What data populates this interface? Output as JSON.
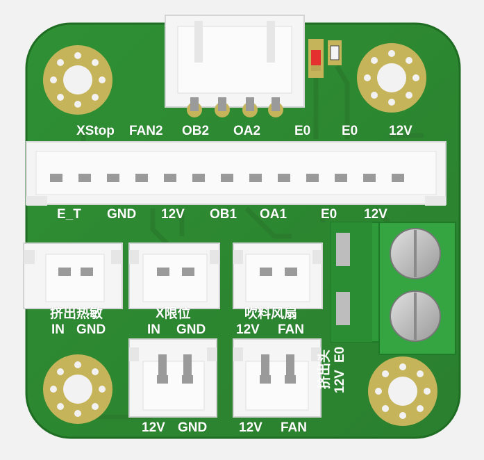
{
  "colors": {
    "board": "#2f8a32",
    "board_edge": "#1f6d23",
    "copper_pad": "#c7b45a",
    "silk": "#ffffff",
    "connector": "#f3f3f3",
    "terminal_block": "#2e9a39",
    "led": "#e53030"
  },
  "top_labels": {
    "xstop": "XStop",
    "fan2": "FAN2",
    "ob2": "OB2",
    "oa2": "OA2",
    "e0_a": "E0",
    "e0_b": "E0",
    "v12": "12V"
  },
  "header_labels": {
    "e_t": "E_T",
    "gnd": "GND",
    "v12": "12V",
    "ob1": "OB1",
    "oa1": "OA1",
    "e0": "E0",
    "v12_b": "12V"
  },
  "connectors": {
    "extruder_thermistor": {
      "title": "挤出热敏",
      "pin_a": "IN",
      "pin_b": "GND"
    },
    "x_limit": {
      "title": "X限位",
      "pin_a": "IN",
      "pin_b": "GND"
    },
    "blower_fan": {
      "title": "吹料风扇",
      "pin_a": "12V",
      "pin_b": "FAN"
    },
    "bottom_left": {
      "pin_a": "12V",
      "pin_b": "GND"
    },
    "bottom_right": {
      "pin_a": "12V",
      "pin_b": "FAN"
    }
  },
  "extruder_head": {
    "title": "挤出头",
    "pin_a": "12V",
    "pin_b": "E0"
  }
}
